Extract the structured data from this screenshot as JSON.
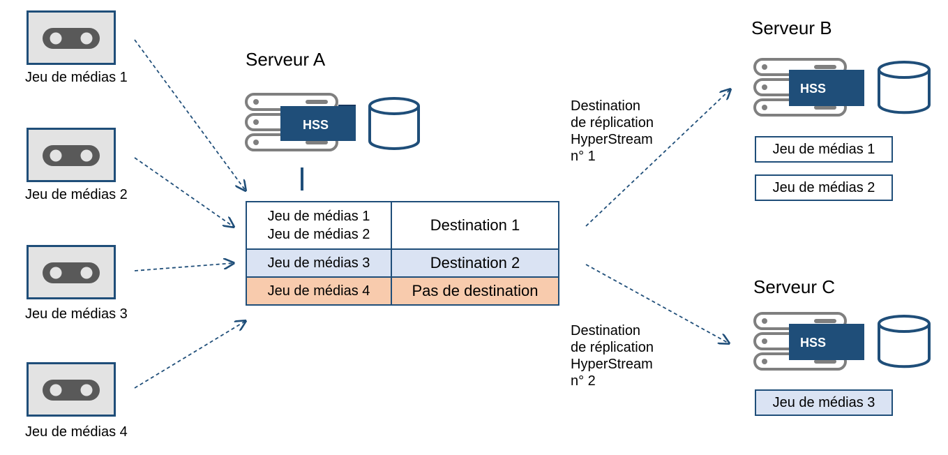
{
  "media_sets": [
    {
      "label": "Jeu de médias 1"
    },
    {
      "label": "Jeu de médias 2"
    },
    {
      "label": "Jeu de médias 3"
    },
    {
      "label": "Jeu de médias 4"
    }
  ],
  "server_a": {
    "title": "Serveur A",
    "hss": "HSS",
    "table": {
      "rows": [
        {
          "media": [
            "Jeu de médias 1",
            "Jeu de médias 2"
          ],
          "destination": "Destination 1"
        },
        {
          "media": [
            "Jeu de médias 3"
          ],
          "destination": "Destination 2"
        },
        {
          "media": [
            "Jeu de médias 4"
          ],
          "destination": "Pas de destination"
        }
      ]
    }
  },
  "replication_1": [
    "Destination",
    "de réplication",
    "HyperStream",
    "n° 1"
  ],
  "replication_2": [
    "Destination",
    "de réplication",
    "HyperStream",
    "n° 2"
  ],
  "server_b": {
    "title": "Serveur B",
    "hss": "HSS",
    "media": [
      "Jeu de médias 1",
      "Jeu de médias 2"
    ]
  },
  "server_c": {
    "title": "Serveur C",
    "hss": "HSS",
    "media": [
      "Jeu de médias 3"
    ]
  },
  "colors": {
    "navy": "#1f4e79",
    "row_blue": "#dae3f3",
    "row_orange": "#f8cbad",
    "tape_bg": "#e3e3e3",
    "tape_icon": "#595959"
  }
}
